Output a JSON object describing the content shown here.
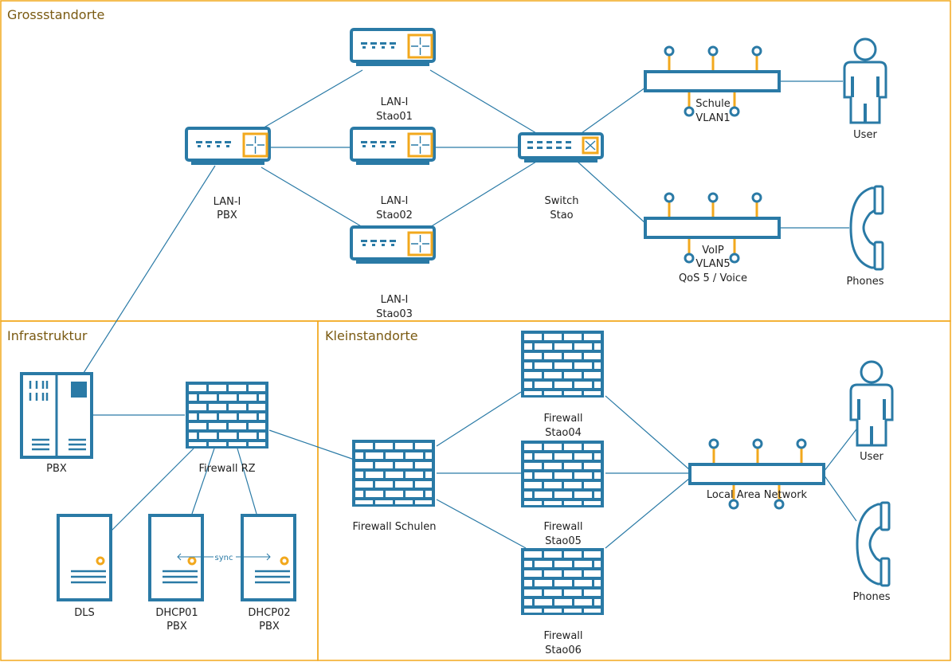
{
  "colors": {
    "primary": "#2a7aa6",
    "accent": "#f2a81d",
    "zone_border": "#f2a81d",
    "zone_title": "#7a5a12"
  },
  "zones": {
    "grossstandorte": "Grossstandorte",
    "infrastruktur": "Infrastruktur",
    "kleinstandorte": "Kleinstandorte"
  },
  "nodes": {
    "lan_pbx": [
      "LAN-I",
      "PBX"
    ],
    "lan_stao01": [
      "LAN-I",
      "Stao01"
    ],
    "lan_stao02": [
      "LAN-I",
      "Stao02"
    ],
    "lan_stao03": [
      "LAN-I",
      "Stao03"
    ],
    "switch_stao": [
      "Switch",
      "Stao"
    ],
    "vlan1": [
      "Schule",
      "VLAN1"
    ],
    "vlan5": [
      "VoIP",
      "VLAN5",
      "QoS 5 / Voice"
    ],
    "user_top": "User",
    "phones_top": "Phones",
    "pbx": "PBX",
    "firewall_rz": "Firewall RZ",
    "dls": "DLS",
    "dhcp01": [
      "DHCP01",
      "PBX"
    ],
    "dhcp02": [
      "DHCP02",
      "PBX"
    ],
    "sync": "sync",
    "firewall_schulen": "Firewall Schulen",
    "fw_stao04": [
      "Firewall",
      "Stao04"
    ],
    "fw_stao05": [
      "Firewall",
      "Stao05"
    ],
    "fw_stao06": [
      "Firewall",
      "Stao06"
    ],
    "lan": "Local Area Network",
    "user_bottom": "User",
    "phones_bottom": "Phones"
  },
  "icons": {
    "router": "router-icon",
    "switch": "switch-icon",
    "bus": "network-bus-icon",
    "user": "user-icon",
    "phone": "phone-icon",
    "server": "server-icon",
    "firewall": "firewall-icon",
    "pbx": "pbx-icon"
  }
}
